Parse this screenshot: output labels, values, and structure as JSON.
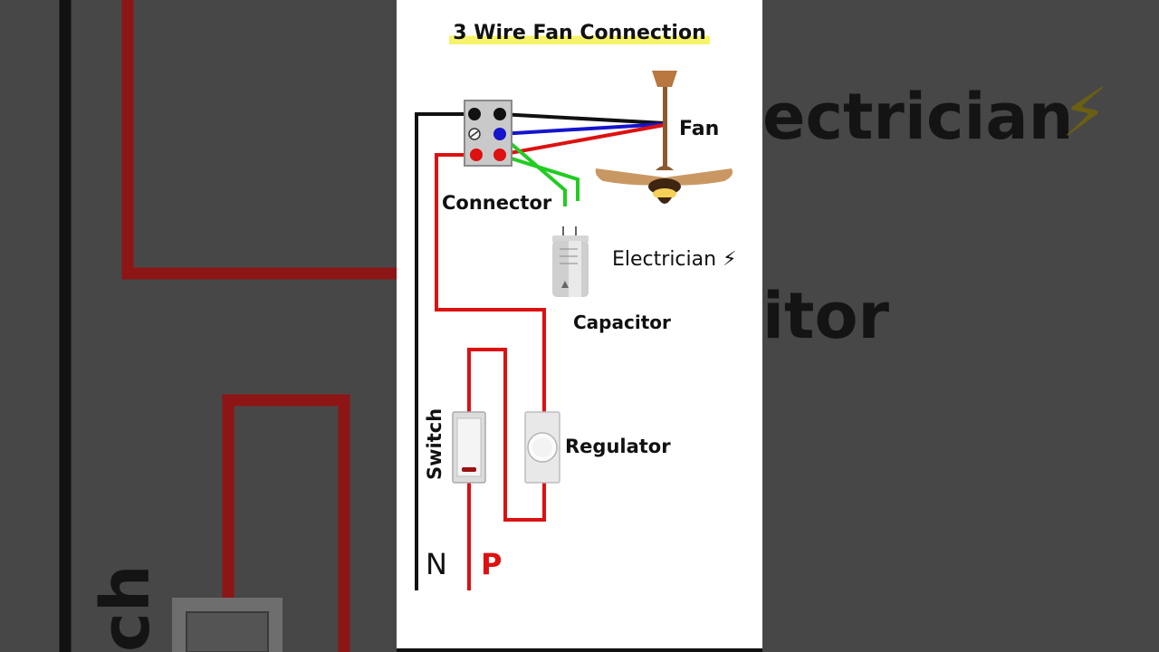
{
  "title": "3 Wire Fan Connection",
  "labels": {
    "fan": "Fan",
    "connector": "Connector",
    "electrician": "Electrician ⚡",
    "capacitor": "Capacitor",
    "switch": "Switch",
    "regulator": "Regulator",
    "neutral": "N",
    "phase": "P"
  },
  "background": {
    "text_right_1": "ectrician",
    "text_right_2": "itor",
    "text_left": "ch",
    "bolt": "⚡"
  },
  "colors": {
    "phase_wire": "#dd1111",
    "neutral_wire": "#111111",
    "blue_wire": "#1515cc",
    "capacitor_wire": "#22cc22",
    "title_highlight": "#f6f36a",
    "phase_label": "#dd1111"
  }
}
